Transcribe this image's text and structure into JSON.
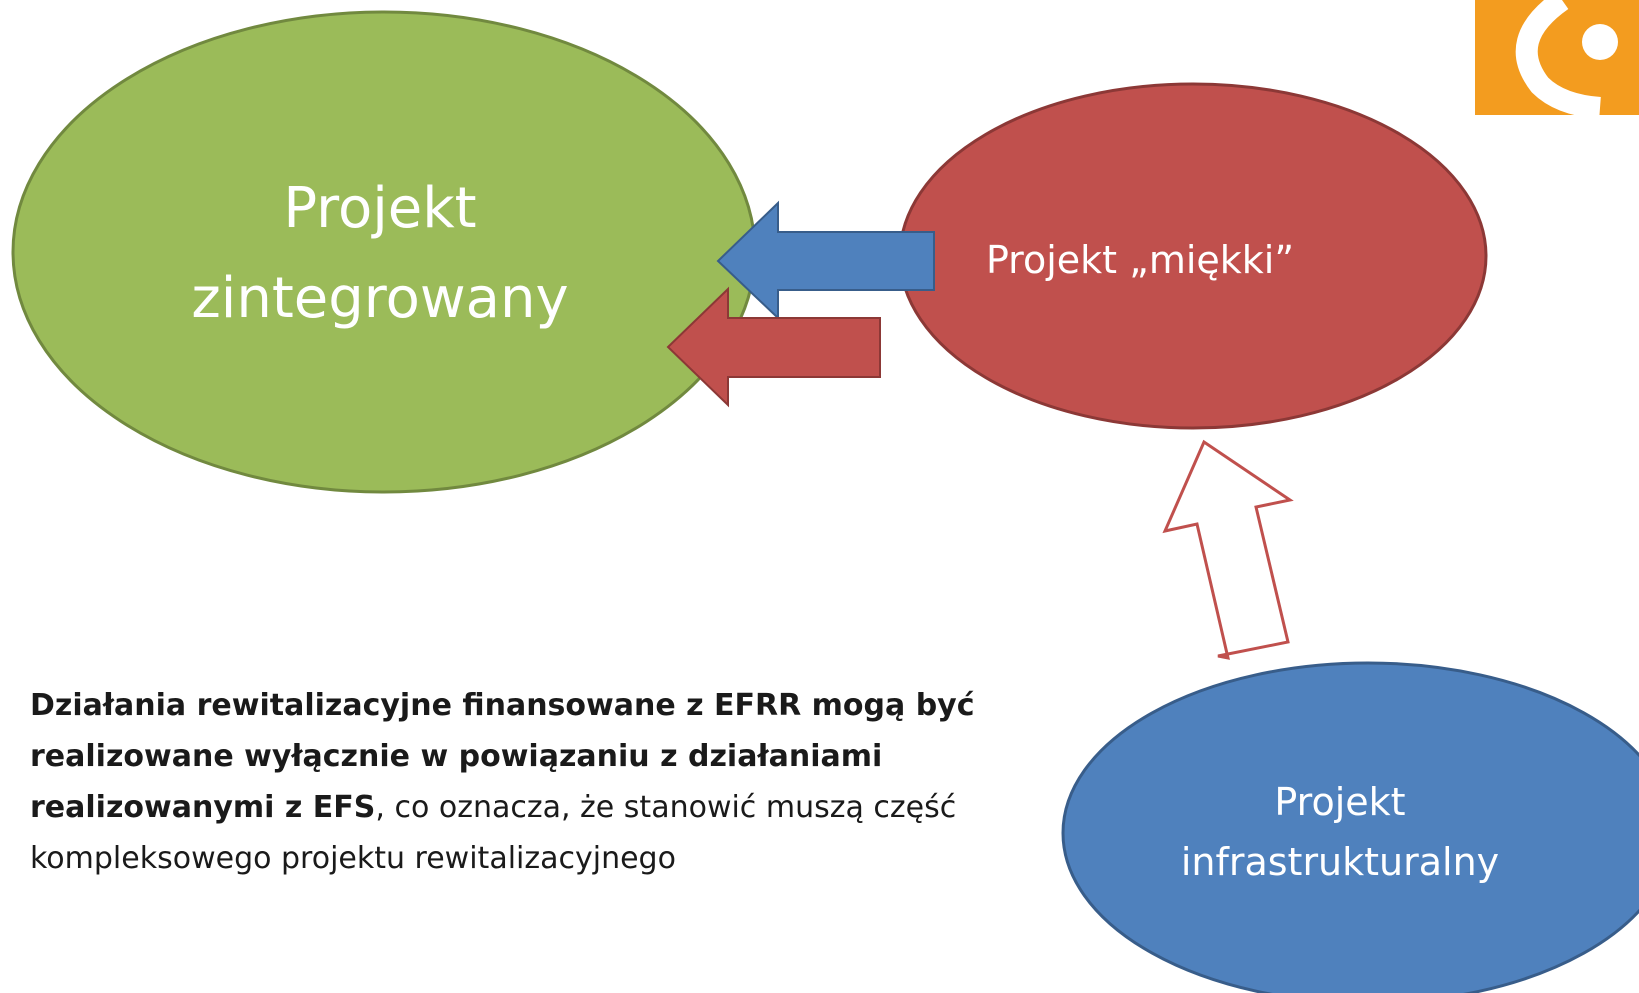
{
  "nodes": {
    "integrated": {
      "line1": "Projekt",
      "line2": "zintegrowany",
      "fill": "#9bbb59",
      "stroke": "#71893f"
    },
    "soft": {
      "text": "Projekt „miękki”",
      "fill": "#c0504d",
      "stroke": "#8c3836"
    },
    "infrastructure": {
      "line1": "Projekt",
      "line2": "infrastrukturalny",
      "fill": "#4f81bd",
      "stroke": "#385d8a"
    }
  },
  "arrows": {
    "blue_fill": "#4f81bd",
    "red_fill": "#c0504d",
    "outline_stroke": "#c0504d"
  },
  "note": {
    "bold_text": "Działania rewitalizacyjne finansowane z EFRR mogą być realizowane wyłącznie w powiązaniu z działaniami realizowanymi z EFS",
    "comma": ",",
    "regular_text": " co oznacza, że stanowić muszą część kompleksowego projektu rewitalizacyjnego"
  },
  "corner_logo": {
    "color": "#f39c1f",
    "icon": "logo-corner-icon"
  }
}
